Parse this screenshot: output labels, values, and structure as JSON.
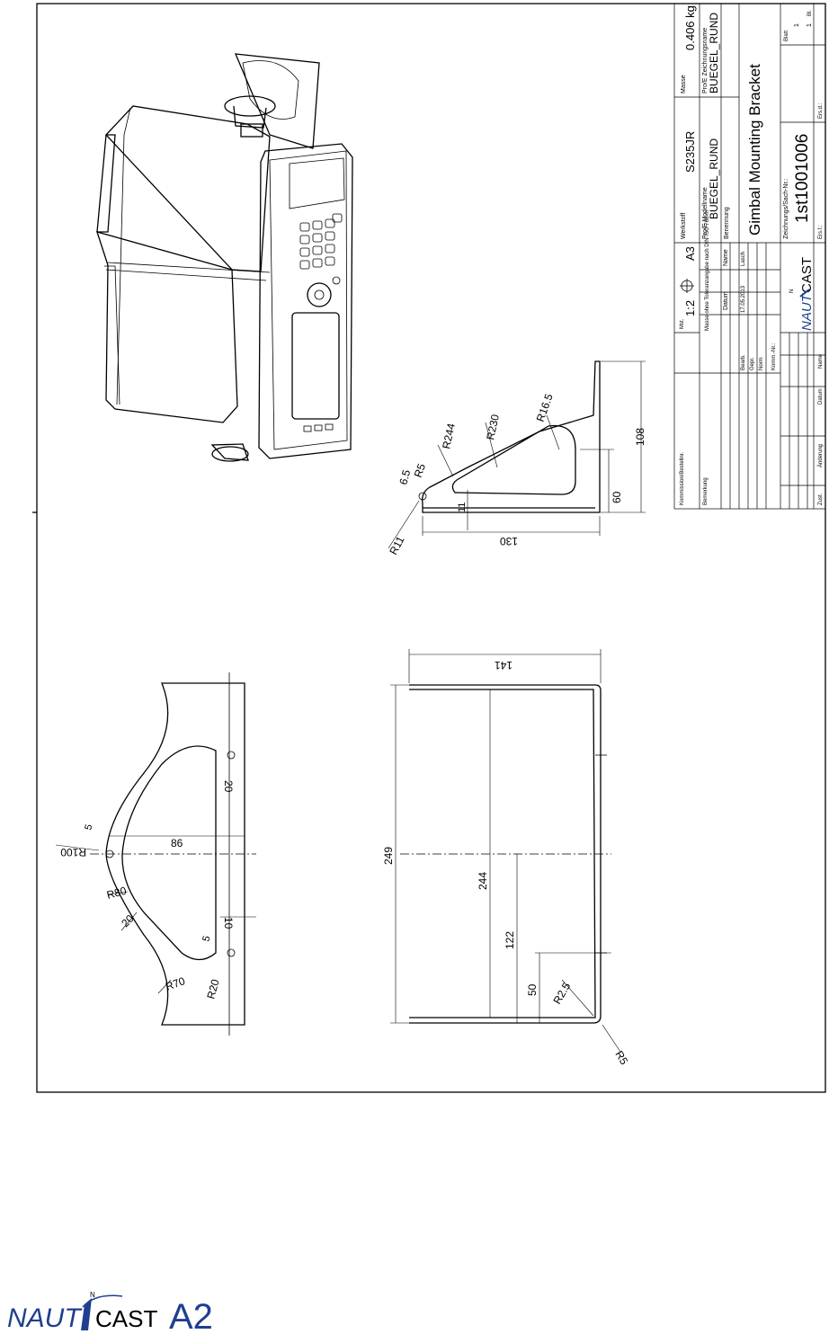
{
  "title_block": {
    "masse_label": "Masse",
    "masse_value": "0.406 kg",
    "werkstoff_label": "Werkstoff",
    "werkstoff_value": "S235JR",
    "zeichnungsname_label": "Pro/E Zeichnungsname",
    "zeichnungsname_value": "BUEGEL_RUND",
    "modellname_label": "Pro/E Modellname",
    "modellname_value": "BUEGEL_RUND",
    "benennung_label": "Benennung",
    "benennung_value": "Gimbal Mounting Bracket",
    "zeichnungs_nr_label": "Zeichnungs/Sach-Nr.:",
    "zeichnungs_nr_value": "1st1001006",
    "mst_label": "Mst.",
    "scale": "1:2",
    "format": "A3",
    "tolerance_note": "Masse ohne Toleranzangabe nach DIN ISO 768-m",
    "datum_label": "Datum",
    "name_label": "Name",
    "bearb_label": "Bearb.",
    "bearb_date": "17.05.2013",
    "bearb_name": "Lasch",
    "gepr_label": "Gepr.",
    "norm_label": "Norm",
    "komm_label": "Komm.-Nr.:",
    "blatt_label": "Blatt",
    "blatt_value": "1",
    "blatt_total": "1",
    "bl_label": "Bl.",
    "ers_label": "Ers.f.:",
    "ersd_label": "Ers.d.:",
    "bemerkung_label": "Bemerkung",
    "kommissions_label": "Kommission/Bestellnr.",
    "zust_label": "Zust.",
    "aenderung_label": "Änderung",
    "company_logo_text_left": "NAUT",
    "company_logo_text_right": "CAST",
    "company_logo_compass": "N"
  },
  "side_view": {
    "dims": [
      "R11",
      "6.5",
      "R5",
      "R244",
      "R230",
      "R16.5",
      "11",
      "60",
      "108",
      "130"
    ]
  },
  "front_view": {
    "dims": [
      "141",
      "249",
      "244",
      "122",
      "50",
      "R2.5",
      "R5"
    ]
  },
  "bottom_view": {
    "dims": [
      "86",
      "R100",
      "5",
      "R80",
      "20",
      "R70",
      "R20",
      "5",
      "20",
      "10"
    ]
  },
  "footer": {
    "logo_left": "NAUT",
    "logo_right": "CAST",
    "logo_model": "A2",
    "logo_compass": "N"
  }
}
